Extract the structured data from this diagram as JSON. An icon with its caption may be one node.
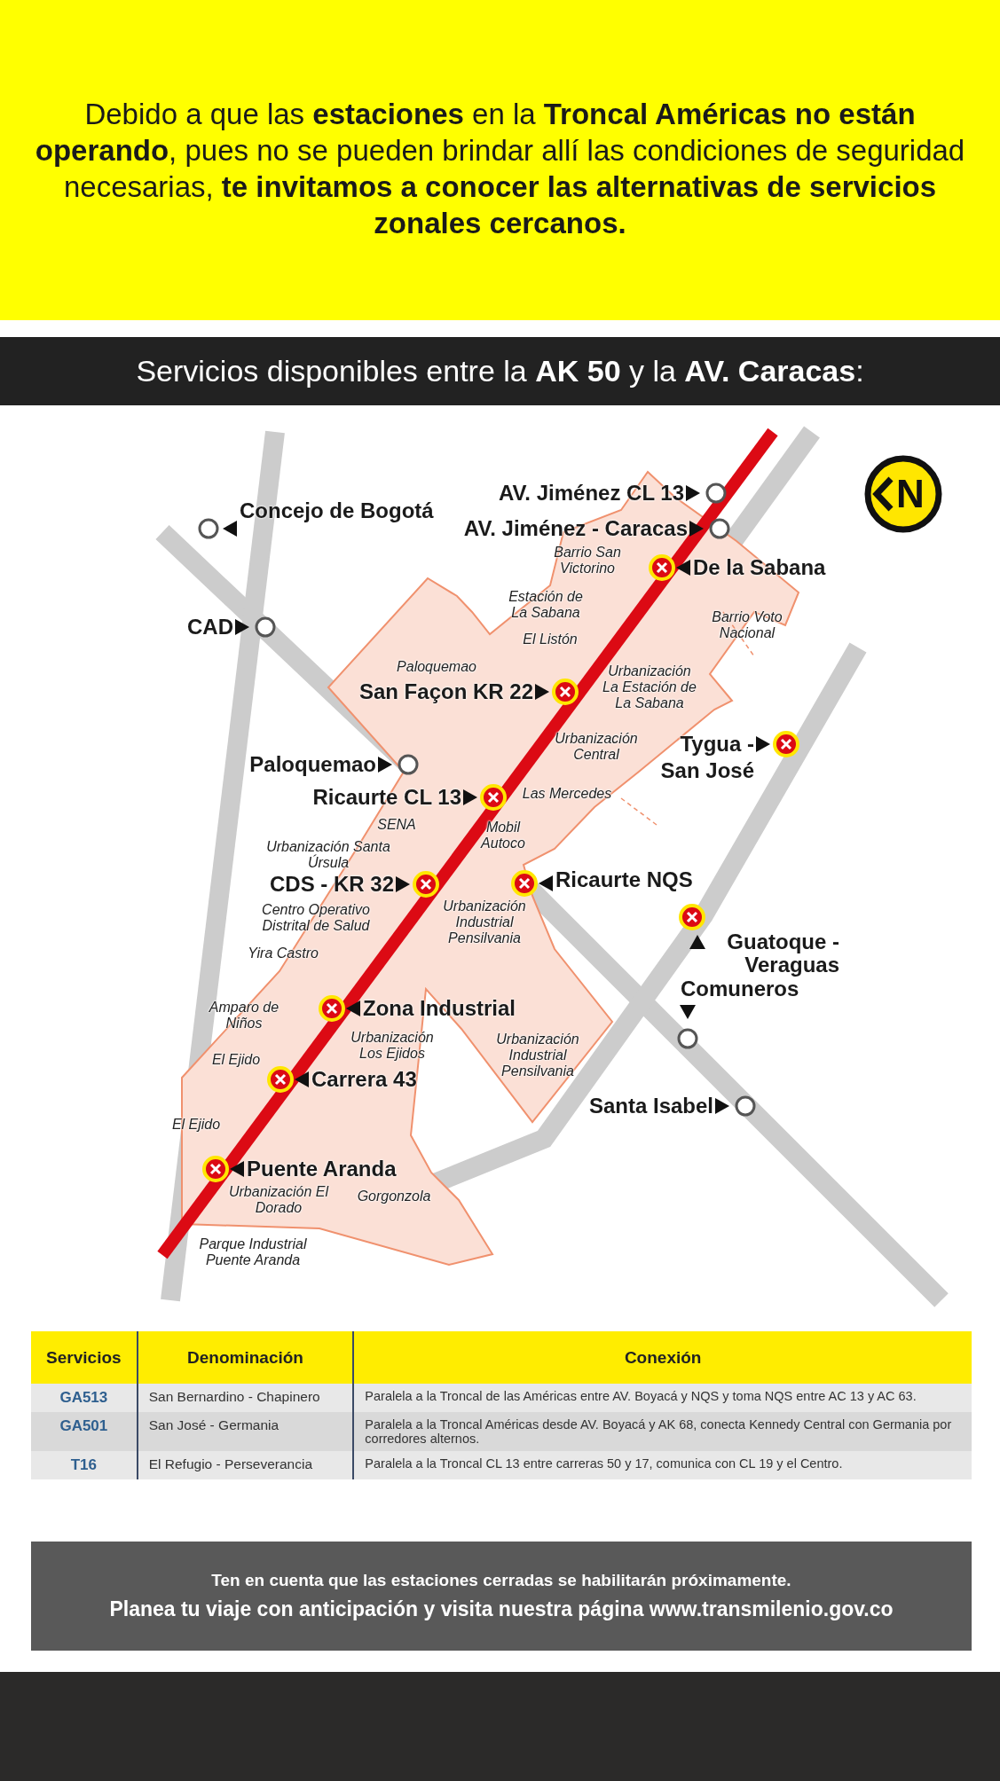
{
  "diagram": {
    "title": "Debido a que las **estaciones** en la **Troncal Américas no están operando**, pues no se pueden brindar allí las condiciones de seguridad necesarias, **te invitamos a conocer las alternativas de servicios zonales cercanos.**",
    "nodes": [
      {
        "text": [],
        "shape": "circle",
        "beside": [
          "AV. Jiménez CL 13"
        ]
      },
      {
        "text": [],
        "shape": "circle",
        "beside": [
          "Concejo de Bogotá"
        ]
      },
      {
        "text": [],
        "shape": "circle",
        "beside": [
          "AV. Jiménez - Caracas"
        ]
      },
      {
        "text": [],
        "shape": "circle",
        "beside": [
          "De la Sabana"
        ]
      },
      {
        "text": [],
        "shape": "circle",
        "beside": [
          "CAD"
        ]
      },
      {
        "text": [],
        "shape": "circle",
        "beside": [
          "San Façon KR 22"
        ]
      },
      {
        "text": [],
        "shape": "circle",
        "beside": [
          "Tygua - San José"
        ]
      },
      {
        "text": [],
        "shape": "circle",
        "beside": [
          "Paloquemao"
        ]
      },
      {
        "text": [],
        "shape": "circle",
        "beside": [
          "Ricaurte CL 13"
        ]
      },
      {
        "text": [],
        "shape": "circle",
        "beside": [
          "CDS - KR 32"
        ]
      },
      {
        "text": [],
        "shape": "circle",
        "beside": [
          "Ricaurte NQS"
        ]
      },
      {
        "text": [],
        "shape": "circle",
        "beside": [
          "Guatoque - Veraguas"
        ]
      },
      {
        "text": [],
        "shape": "circle",
        "beside": [
          "Comuneros"
        ]
      },
      {
        "text": [],
        "shape": "circle",
        "beside": [
          "Zona Industrial"
        ]
      },
      {
        "text": [],
        "shape": "circle",
        "beside": [
          "Carrera 43"
        ]
      },
      {
        "text": [],
        "shape": "circle",
        "beside": [
          "Santa Isabel"
        ]
      },
      {
        "text": [],
        "shape": "circle",
        "beside": [
          "Puente Aranda"
        ]
      }
    ],
    "labels": [
      "Servicios disponibles entre la **AK 50** y la **AV. Caracas**:",
      "N",
      "Barrio San Victorino",
      "Estación de La Sabana",
      "Barrio Voto Nacional",
      "El Listón",
      "Paloquemao",
      "Urbanización La Estación de La Sabana",
      "Urbanización Central",
      "Las Mercedes",
      "SENA",
      "Mobil Autoco",
      "Urbanización Santa Úrsula",
      "Centro Operativo Distrital de Salud",
      "Urbanización Industrial Pensilvania",
      "Yira Castro",
      "Amparo de Niños",
      "Urbanización Los Ejidos",
      "Urbanización Industrial Pensilvania",
      "El Ejido",
      "El Ejido",
      "Gorgonzola",
      "Urbanización El Dorado",
      "Parque Industrial Puente Aranda",
      "Servicios",
      "Denominación",
      "Conexión",
      "GA513",
      "San Bernardino - Chapinero",
      "Paralela a la Troncal de las Américas entre AV. Boyacá y NQS y toma NQS entre AC 13 y AC 63.",
      "GA501",
      "San José - Germania",
      "Paralela a la Troncal Américas desde AV. Boyacá y AK 68, conecta Kennedy Central con Germania por corredores alternos.",
      "T16",
      "El Refugio - Perseverancia",
      "Paralela a la Troncal CL 13 entre carreras 50 y 17, comunica con CL 19 y el Centro.",
      "Ten en cuenta que las estaciones cerradas se habilitarán próximamente.",
      "Planea tu viaje con anticipación y visita nuestra página www.transmilenio.gov.co"
    ]
  }
}
